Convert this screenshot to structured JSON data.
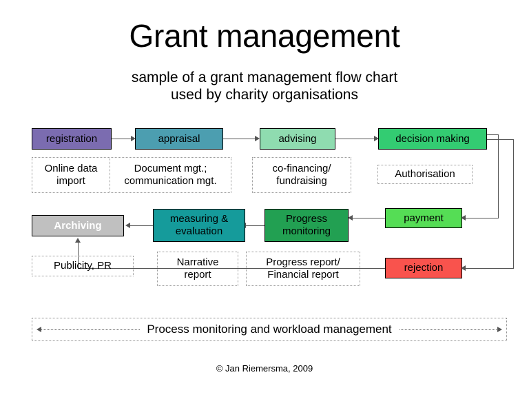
{
  "slide": {
    "title": "Grant management",
    "subtitle_line1": "sample of a grant management flow chart",
    "subtitle_line2": "used by charity organisations",
    "copyright": "© Jan Riemersma, 2009"
  },
  "colors": {
    "registration": "#7b6cb0",
    "appraisal": "#4c9eb0",
    "advising": "#8fdcb0",
    "decision_making": "#33cc72",
    "archiving": "#c0c0c0",
    "measuring_evaluation": "#159b9b",
    "progress_monitoring": "#22a052",
    "payment": "#55dd55",
    "rejection": "#f9534d",
    "connector": "#555555",
    "note_border": "#9a9a9a",
    "box_border": "#000000"
  },
  "flow": {
    "row1": [
      {
        "id": "registration",
        "label": "registration"
      },
      {
        "id": "appraisal",
        "label": "appraisal"
      },
      {
        "id": "advising",
        "label": "advising"
      },
      {
        "id": "decision-making",
        "label": "decision making"
      }
    ],
    "row1_notes": [
      {
        "id": "online-data-import",
        "line1": "Online data",
        "line2": "import"
      },
      {
        "id": "document-mgt",
        "line1": "Document mgt.;",
        "line2": "communication mgt."
      },
      {
        "id": "co-financing",
        "line1": "co-financing/",
        "line2": "fundraising"
      },
      {
        "id": "authorisation",
        "line1": "Authorisation",
        "line2": ""
      }
    ],
    "row2": [
      {
        "id": "archiving",
        "label": "Archiving"
      },
      {
        "id": "measuring-evaluation",
        "line1": "measuring &",
        "line2": "evaluation"
      },
      {
        "id": "progress-monitoring",
        "line1": "Progress",
        "line2": "monitoring"
      },
      {
        "id": "payment",
        "label": "payment"
      }
    ],
    "row2_notes": [
      {
        "id": "publicity-pr",
        "line1": "Publicity, PR",
        "line2": ""
      },
      {
        "id": "narrative-report",
        "line1": "Narrative",
        "line2": "report"
      },
      {
        "id": "progress-report",
        "line1": "Progress report/",
        "line2": "Financial report"
      }
    ],
    "rejection": {
      "id": "rejection",
      "label": "rejection"
    }
  },
  "banner": {
    "label": "Process monitoring and workload management"
  }
}
